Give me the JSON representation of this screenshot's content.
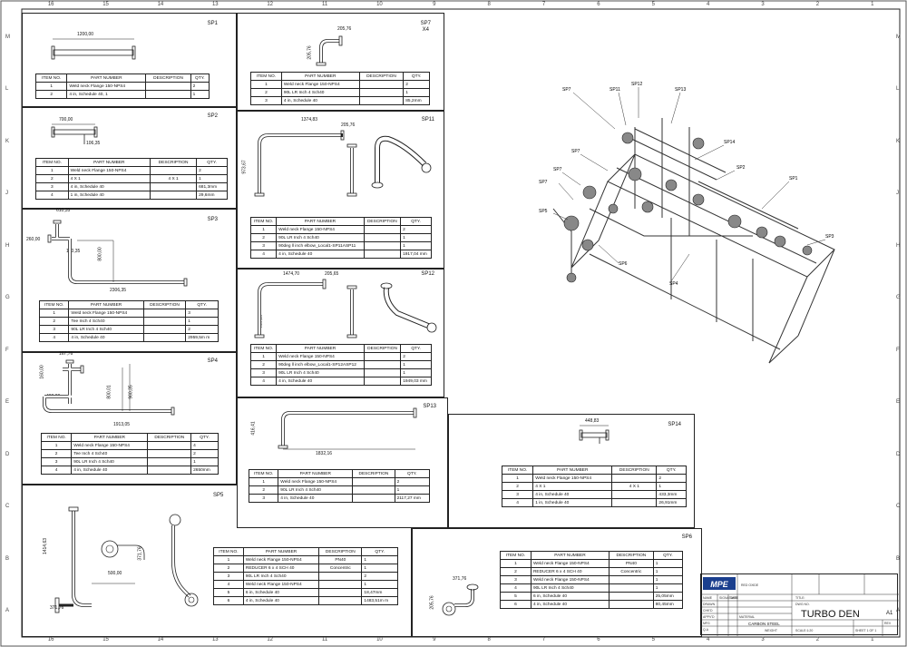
{
  "zones": {
    "cols": [
      "16",
      "15",
      "14",
      "13",
      "12",
      "11",
      "10",
      "9",
      "8",
      "7",
      "6",
      "5",
      "4",
      "3",
      "2",
      "1"
    ],
    "rows": [
      "M",
      "L",
      "K",
      "J",
      "H",
      "G",
      "F",
      "E",
      "D",
      "C",
      "B",
      "A"
    ]
  },
  "panels": {
    "sp1": {
      "title": "SP1",
      "dims": [
        "1200,00"
      ],
      "headers": [
        "ITEM NO.",
        "PART NUMBER",
        "DESCRIPTION",
        "QTY."
      ],
      "rows": [
        [
          "1",
          "Weld neck Flange 150-NPS4",
          "",
          "2"
        ],
        [
          "2",
          "4 in, Schedule 40, 1",
          "",
          "1"
        ]
      ]
    },
    "sp2": {
      "title": "SP2",
      "dims": [
        "700,00",
        "106,35"
      ],
      "headers": [
        "ITEM NO.",
        "PART NUMBER",
        "DESCRIPTION",
        "QTY."
      ],
      "rows": [
        [
          "1",
          "Weld neck Flange 150-NPS4",
          "",
          "2"
        ],
        [
          "2",
          "4 X 1",
          "4 X 1",
          "1"
        ],
        [
          "3",
          "4 in, Schedule 40",
          "",
          "681,3mm"
        ],
        [
          "4",
          "1 in, Schedule 40",
          "",
          "29,6mm"
        ]
      ]
    },
    "sp3": {
      "title": "SP3",
      "dims": [
        "610,35",
        "260,00",
        "180,35",
        "800,00",
        "2306,35"
      ],
      "headers": [
        "ITEM NO.",
        "PART NUMBER",
        "DESCRIPTION",
        "QTY."
      ],
      "rows": [
        [
          "1",
          "Weld neck Flange 150-NPS4",
          "",
          "3"
        ],
        [
          "2",
          "Tee Inch 4 Sch40",
          "",
          "1"
        ],
        [
          "3",
          "90L LR Inch 4 Sch40",
          "",
          "2"
        ],
        [
          "4",
          "4 in, Schedule 40",
          "",
          "2959,5m m"
        ]
      ]
    },
    "sp4": {
      "title": "SP4",
      "dims": [
        "167,76",
        "160,00",
        "400,00",
        "800,01",
        "960,35",
        "1913,05"
      ],
      "headers": [
        "ITEM NO.",
        "PART NUMBER",
        "DESCRIPTION",
        "QTY."
      ],
      "rows": [
        [
          "1",
          "Weld neck Flange 150-NPS4",
          "",
          "4"
        ],
        [
          "2",
          "Tee Inch 4 Sch40",
          "",
          "2"
        ],
        [
          "3",
          "90L LR Inch 4 Sch40",
          "",
          "1"
        ],
        [
          "4",
          "4 in, Schedule 40",
          "",
          "2650mm"
        ]
      ]
    },
    "sp5": {
      "title": "SP5",
      "dims": [
        "1414,63",
        "371,76",
        "500,00",
        "371,76"
      ],
      "headers": [
        "ITEM NO.",
        "PART NUMBER",
        "DESCRIPTION",
        "QTY."
      ],
      "rows": [
        [
          "1",
          "Weld neck Flange 150-NPS4",
          "PN40",
          "1"
        ],
        [
          "2",
          "REDUCER 6 x 4 SCH 40",
          "Concentric",
          "1"
        ],
        [
          "3",
          "90L LR Inch 4 Sch40",
          "",
          "2"
        ],
        [
          "4",
          "Weld neck Flange 150-NPS4",
          "",
          "1"
        ],
        [
          "5",
          "6 in, Schedule 40",
          "",
          "18,47mm"
        ],
        [
          "6",
          "4 in, Schedule 40",
          "",
          "1483,51m m"
        ]
      ]
    },
    "sp7": {
      "title": "SP7",
      "subtitle": "X4",
      "dims": [
        "205,76",
        "205,76"
      ],
      "headers": [
        "ITEM NO.",
        "PART NUMBER",
        "DESCRIPTION",
        "QTY."
      ],
      "rows": [
        [
          "1",
          "Weld neck Flange 150-NPS4",
          "",
          "2"
        ],
        [
          "2",
          "90L LR Inch 4 Sch40",
          "",
          "1"
        ],
        [
          "3",
          "4 in, Schedule 40",
          "",
          "85,2mm"
        ]
      ]
    },
    "sp11": {
      "title": "SP11",
      "dims": [
        "1374,83",
        "205,76",
        "973,67"
      ],
      "headers": [
        "ITEM NO.",
        "PART NUMBER",
        "DESCRIPTION",
        "QTY."
      ],
      "rows": [
        [
          "1",
          "Weld neck Flange 150-NPS4",
          "",
          "2"
        ],
        [
          "2",
          "90L LR Inch 4 Sch40",
          "",
          "1"
        ],
        [
          "3",
          "90deg ll inch elbow_Local1-SP11ASP11",
          "",
          "1"
        ],
        [
          "4",
          "4 in, Schedule 40",
          "",
          "1917,04 mm"
        ]
      ]
    },
    "sp12": {
      "title": "SP12",
      "dims": [
        "1474,70",
        "205,65",
        "923,29"
      ],
      "headers": [
        "ITEM NO.",
        "PART NUMBER",
        "DESCRIPTION",
        "QTY."
      ],
      "rows": [
        [
          "1",
          "Weld neck Flange 150-NPS4",
          "",
          "2"
        ],
        [
          "2",
          "90deg ll inch elbow_Local1-SP12ASP12",
          "",
          "1"
        ],
        [
          "3",
          "90L LR Inch 4 Sch40",
          "",
          "1"
        ],
        [
          "4",
          "4 in, Schedule 40",
          "",
          "1949,03 mm"
        ]
      ]
    },
    "sp13": {
      "title": "SP13",
      "dims": [
        "416,41",
        "1832,16"
      ],
      "headers": [
        "ITEM NO.",
        "PART NUMBER",
        "DESCRIPTION",
        "QTY."
      ],
      "rows": [
        [
          "1",
          "Weld neck Flange 150-NPS4",
          "",
          "2"
        ],
        [
          "2",
          "90L LR Inch 4 Sch40",
          "",
          "1"
        ],
        [
          "3",
          "4 in, Schedule 40",
          "",
          "2117,27 mm"
        ]
      ]
    },
    "sp14": {
      "title": "SP14",
      "dims": [
        "448,83"
      ],
      "headers": [
        "ITEM NO.",
        "PART NUMBER",
        "DESCRIPTION",
        "QTY."
      ],
      "rows": [
        [
          "1",
          "Weld neck Flange 150-NPS4",
          "",
          "2"
        ],
        [
          "2",
          "4 X 1",
          "4 X 1",
          "1"
        ],
        [
          "3",
          "4 in, Schedule 40",
          "",
          "433,3mm"
        ],
        [
          "4",
          "1 in, Schedule 40",
          "",
          "26,91mm"
        ]
      ]
    },
    "sp6": {
      "title": "SP6",
      "dims": [
        "371,76",
        "205,76"
      ],
      "headers": [
        "ITEM NO.",
        "PART NUMBER",
        "DESCRIPTION",
        "QTY."
      ],
      "rows": [
        [
          "1",
          "Weld neck Flange 150-NPS4",
          "PN40",
          "1"
        ],
        [
          "2",
          "REDUCER 6 x 4 SCH 40",
          "Concentric",
          "1"
        ],
        [
          "3",
          "Weld neck Flange 150-NPS4",
          "",
          "1"
        ],
        [
          "4",
          "90L LR Inch 4 Sch40",
          "",
          "1"
        ],
        [
          "5",
          "6 in, Schedule 40",
          "",
          "25,05mm"
        ],
        [
          "6",
          "4 in, Schedule 40",
          "",
          "80,45mm"
        ]
      ]
    }
  },
  "iso": {
    "labels": [
      "SP7",
      "SP11",
      "SP12",
      "SP13",
      "SP7",
      "SP14",
      "SP2",
      "SP1",
      "SP7",
      "SP7",
      "SP5",
      "SP3",
      "SP6",
      "SP4"
    ]
  },
  "titleblock": {
    "logo": "MPE",
    "material": "CARBON STEEL",
    "title": "TURBO DEN",
    "size": "A1",
    "small": [
      "NAME",
      "SIGNATURE",
      "DATE",
      "DRAWN",
      "CHK'D",
      "APPV'D",
      "MFG",
      "Q.A",
      "MATERIAL",
      "WEIGHT",
      "SCALE:1:20",
      "SHEET 1 OF 1",
      "DWG NO.",
      "TITLE:",
      "REV",
      "RED OXIDE"
    ]
  }
}
